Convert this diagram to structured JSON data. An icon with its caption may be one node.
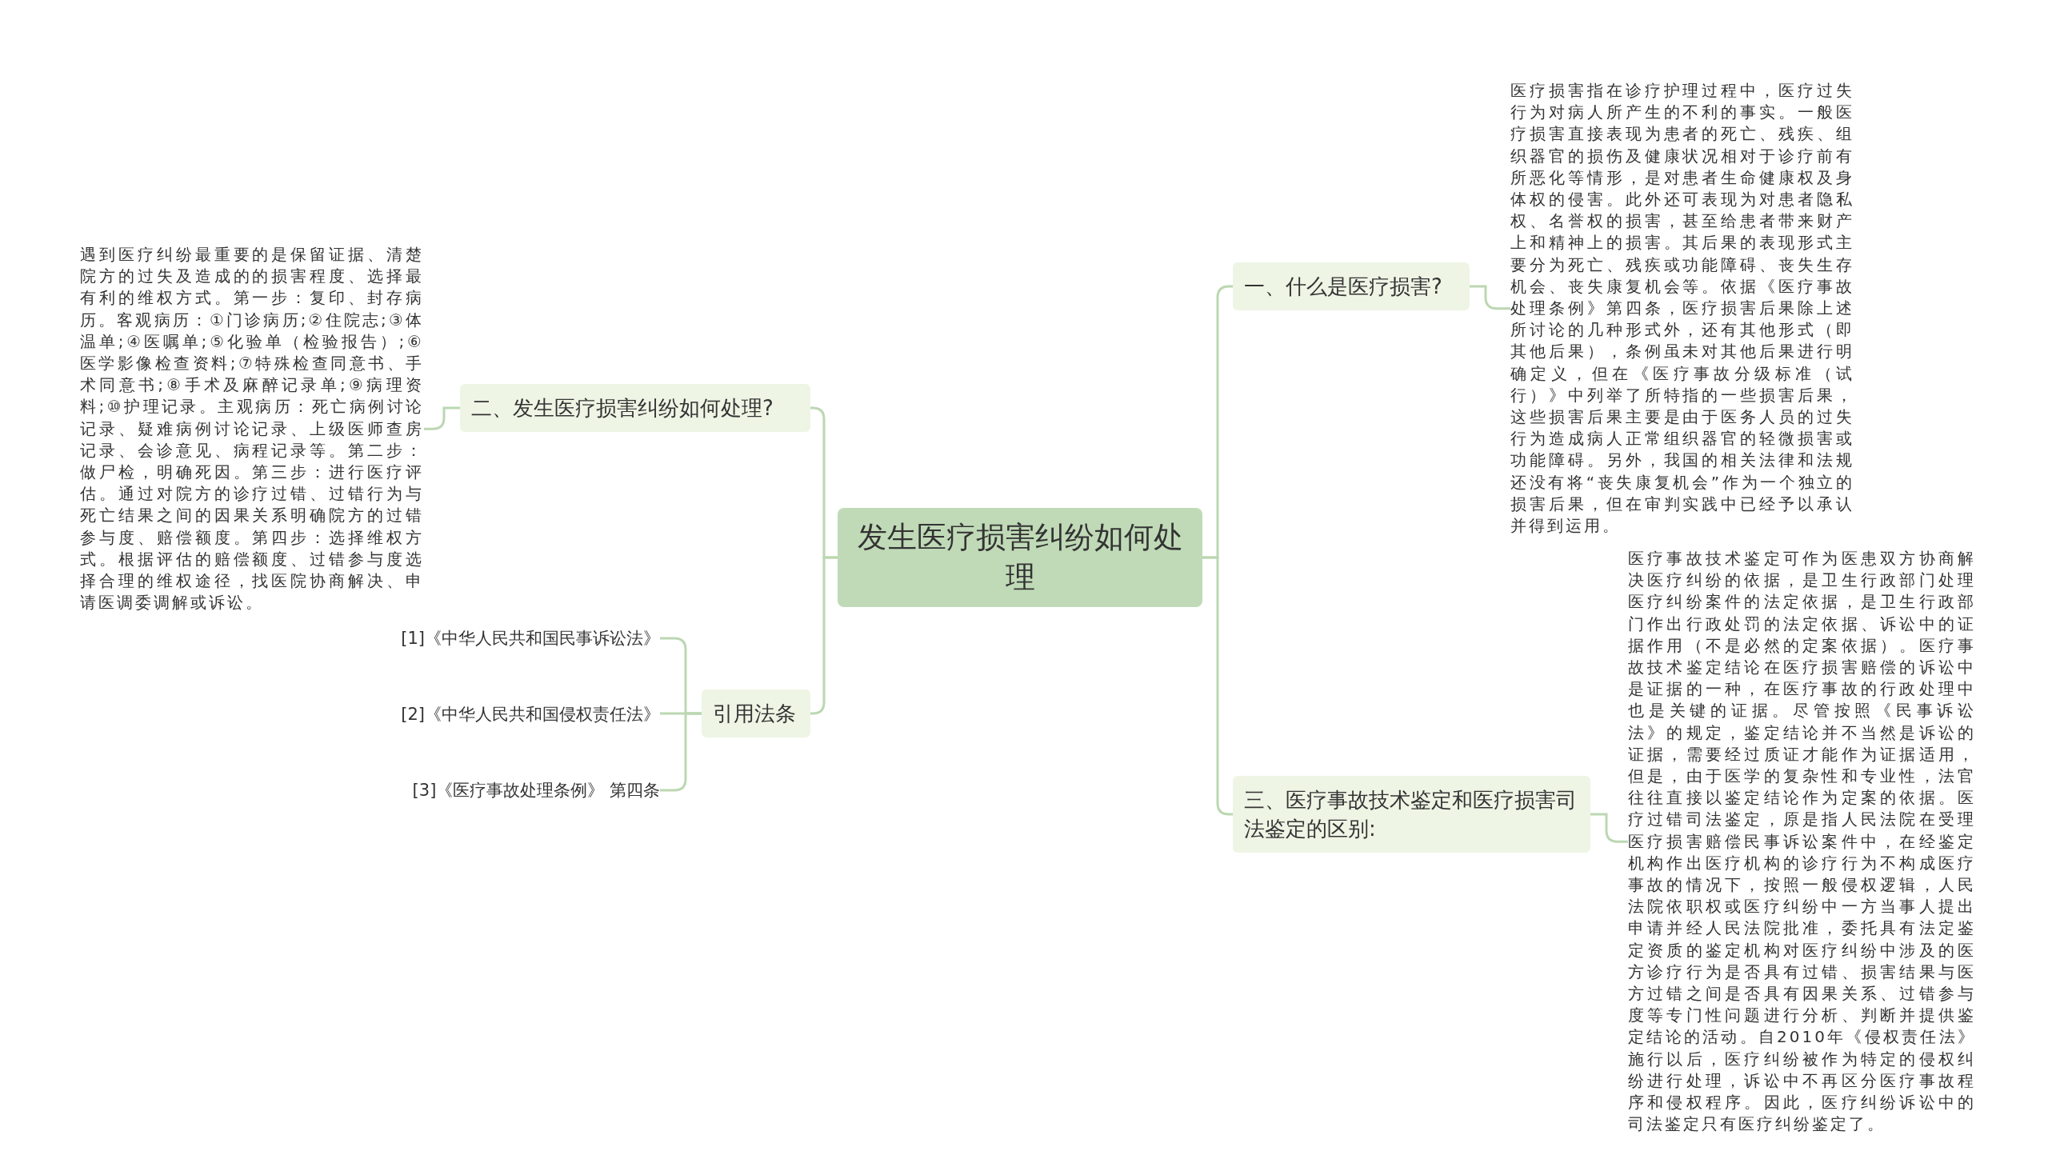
{
  "diagram": {
    "nodes": [
      {
        "text": [
          "发生医疗损害纠纷如何处理"
        ]
      },
      {
        "text": [
          "一、什么是医疗损害?"
        ]
      },
      {
        "text": [
          "医疗损害指在诊疗护理过程中，医疗过失行为对病人所产生的不利的事实。一般医疗损害直接表现为患者的死亡、残疾、组织器官的损伤及健康状况相对于诊疗前有所恶化等情形，是对患者生命健康权及身体权的侵害。此外还可表现为对患者隐私权、名誉权的损害，甚至给患者带来财产上和精神上的损害。其后果的表现形式主要分为死亡、残疾或功能障碍、丧失生存机会、丧失康复机会等。依据《医疗事故处理条例》第四条，医疗损害后果除上述所讨论的几种形式外，还有其他形式（即其他后果），条例虽未对其他后果进行明确定义，但在《医疗事故分级标准（试行）》中列举了所特指的一些损害后果，这些损害后果主要是由于医务人员的过失行为造成病人正常组织器官的轻微损害或功能障碍。另外，我国的相关法律和法规还没有将“丧失康复机会”作为一个独立的损害后果，但在审判实践中已经予以承认并得到运用。"
        ]
      },
      {
        "text": [
          "二、发生医疗损害纠纷如何处理?"
        ]
      },
      {
        "text": [
          "遇到医疗纠纷最重要的是保留证据、清楚院方的过失及造成的的损害程度、选择最有利的维权方式。第一步：复印、封存病历。客观病历：①门诊病历;②住院志;③体温单;④医嘱单;⑤化验单（检验报告）;⑥医学影像检查资料;⑦特殊检查同意书、手术同意书;⑧手术及麻醉记录单;⑨病理资料;⑩护理记录。主观病历：死亡病例讨论记录、疑难病例讨论记录、上级医师查房记录、会诊意见、病程记录等。第二步：做尸检，明确死因。第三步：进行医疗评估。通过对院方的诊疗过错、过错行为与死亡结果之间的因果关系明确院方的过错参与度、赔偿额度。第四步：选择维权方式。根据评估的赔偿额度、过错参与度选择合理的维权途径，找医院协商解决、申请医调委调解或诉讼。"
        ]
      },
      {
        "text": [
          "引用法条"
        ]
      },
      {
        "text": [
          "[1]《中华人民共和国民事诉讼法》"
        ]
      },
      {
        "text": [
          "[2]《中华人民共和国侵权责任法》"
        ]
      },
      {
        "text": [
          "[3]《医疗事故处理条例》 第四条"
        ]
      },
      {
        "text": [
          "三、医疗事故技术鉴定和医疗损害司法鉴定的区别:"
        ]
      },
      {
        "text": [
          "医疗事故技术鉴定可作为医患双方协商解决医疗纠纷的依据，是卫生行政部门处理医疗纠纷案件的法定依据，是卫生行政部门作出行政处罚的法定依据、诉讼中的证据作用（不是必然的定案依据）。医疗事故技术鉴定结论在医疗损害赔偿的诉讼中是证据的一种，在医疗事故的行政处理中也是关键的证据。尽管按照《民事诉讼法》的规定，鉴定结论并不当然是诉讼的证据，需要经过质证才能作为证据适用，但是，由于医学的复杂性和专业性，法官往往直接以鉴定结论作为定案的依据。医疗过错司法鉴定，原是指人民法院在受理医疗损害赔偿民事诉讼案件中，在经鉴定机构作出医疗机构的诊疗行为不构成医疗事故的情况下，按照一般侵权逻辑，人民法院依职权或医疗纠纷中一方当事人提出申请并经人民法院批准，委托具有法定鉴定资质的鉴定机构对医疗纠纷中涉及的医方诊疗行为是否具有过错、损害结果与医方过错之间是否具有因果关系、过错参与度等专门性问题进行分析、判断并提供鉴定结论的活动。自2010年《侵权责任法》施行以后，医疗纠纷被作为特定的侵权纠纷进行处理，诉讼中不再区分医疗事故程序和侵权程序。因此，医疗纠纷诉讼中的司法鉴定只有医疗纠纷鉴定了。"
        ]
      }
    ],
    "edges": [
      {
        "from": 0,
        "to": 1,
        "arrow": "none"
      },
      {
        "from": 1,
        "to": 2,
        "arrow": "none"
      },
      {
        "from": 0,
        "to": 3,
        "arrow": "none"
      },
      {
        "from": 3,
        "to": 4,
        "arrow": "none"
      },
      {
        "from": 0,
        "to": 5,
        "arrow": "none"
      },
      {
        "from": 5,
        "to": 6,
        "arrow": "none"
      },
      {
        "from": 5,
        "to": 7,
        "arrow": "none"
      },
      {
        "from": 5,
        "to": 8,
        "arrow": "none"
      },
      {
        "from": 0,
        "to": 9,
        "arrow": "none"
      },
      {
        "from": 9,
        "to": 10,
        "arrow": "none"
      }
    ]
  }
}
